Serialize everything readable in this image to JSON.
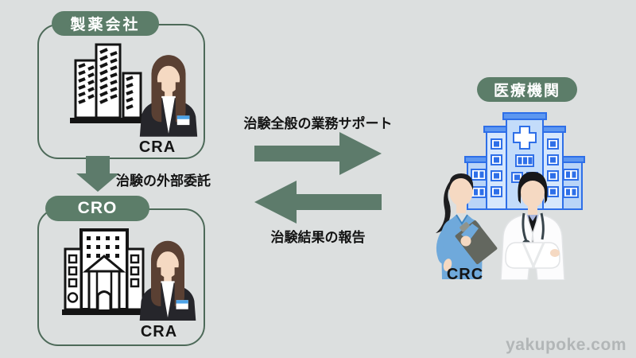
{
  "diagram": {
    "pharma_box": {
      "title": "製薬会社",
      "person_label": "CRA"
    },
    "cro_box": {
      "title": "CRO",
      "person_label": "CRA"
    },
    "medical_box": {
      "title": "医療機関",
      "person_label": "CRC"
    },
    "arrow_outsource_label": "治験の外部委託",
    "arrow_support_label": "治験全般の業務サポート",
    "arrow_report_label": "治験結果の報告"
  },
  "icons": [
    "office-buildings-icon",
    "business-woman-icon",
    "down-arrow-icon",
    "cro-building-icon",
    "right-arrow-icon",
    "left-arrow-icon",
    "hospital-building-icon",
    "nurse-icon",
    "doctor-icon"
  ],
  "watermark": "yakupoke.com",
  "colors": {
    "background": "#dcdfdf",
    "pill_green": "#5c7d69",
    "box_border_green": "#4d6a59",
    "arrow_green": "#5d7b6b",
    "hospital_blue": "#2e6fe8",
    "text": "#141414",
    "watermark_gray": "#b2b6b7"
  }
}
